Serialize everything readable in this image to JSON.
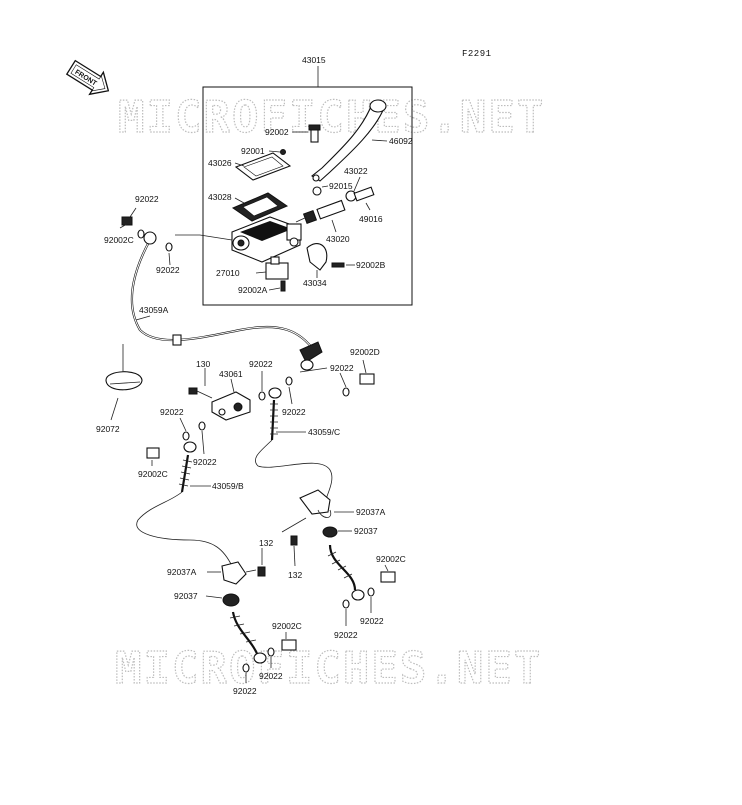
{
  "diagram": {
    "figure_code": "F2291",
    "front_badge": "FRONT",
    "watermark": "MICROFICHES.NET",
    "labels": {
      "p43015": "43015",
      "p92002_top": "92002",
      "p92001": "92001",
      "p46092": "46092",
      "p43026": "43026",
      "p43022": "43022",
      "p92015": "92015",
      "p43028": "43028",
      "p49016": "49016",
      "p43020": "43020",
      "p92022_a": "92022",
      "p92002C_a": "92002C",
      "p92022_b": "92022",
      "p27010": "27010",
      "p43034": "43034",
      "p92002B": "92002B",
      "p92002A": "92002A",
      "p43059A": "43059A",
      "p130": "130",
      "p43061": "43061",
      "p92022_c": "92022",
      "p92002D": "92002D",
      "p92022_d": "92022",
      "p92022_e": "92022",
      "p92072": "92072",
      "p92022_f": "92022",
      "p43059C": "43059/C",
      "p92002C_b": "92002C",
      "p92022_g": "92022",
      "p43059B": "43059/B",
      "p92037A_r": "92037A",
      "p92037_r": "92037",
      "p132_a": "132",
      "p92002C_c": "92002C",
      "p92037A_l": "92037A",
      "p132_b": "132",
      "p92037_l": "92037",
      "p92002C_d": "92002C",
      "p92022_h": "92022",
      "p92022_i": "92022",
      "p92022_j": "92022",
      "p92022_k": "92022"
    }
  }
}
